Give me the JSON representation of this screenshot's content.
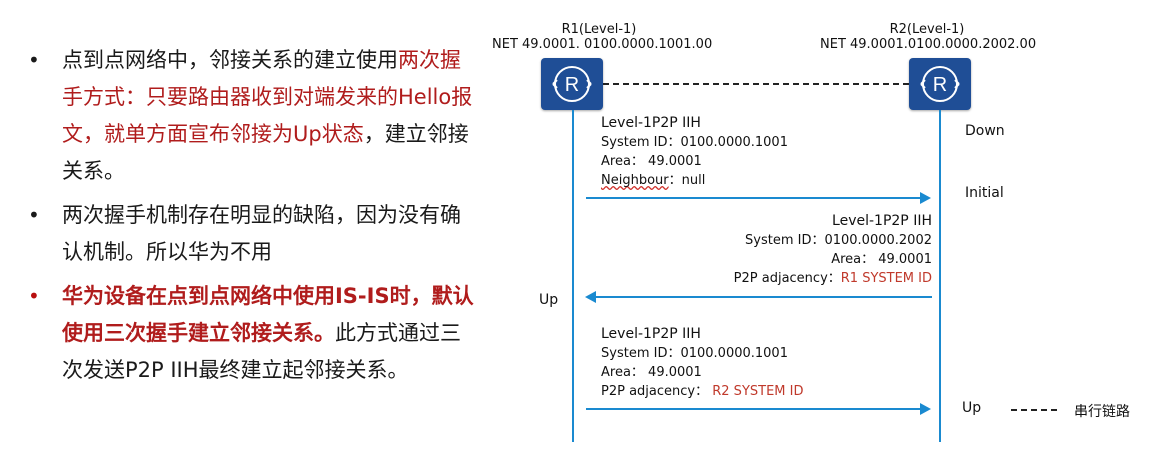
{
  "bullets": [
    {
      "style": "normal",
      "segments": [
        {
          "text": "点到点网络中，邻接关系的建立使用",
          "emph": "none"
        },
        {
          "text": "两次握手方式：只要路由器收到对端发来的Hello报文，就单方面宣布邻接为Up状态",
          "emph": "red"
        },
        {
          "text": "，建立邻接关系。",
          "emph": "none"
        }
      ]
    },
    {
      "style": "normal",
      "segments": [
        {
          "text": "两次握手机制存在明显的缺陷，因为没有确认机制。所以华为不用",
          "emph": "none"
        }
      ]
    },
    {
      "style": "red",
      "segments": [
        {
          "text": "华为设备在点到点网络中使用IS-IS时，默认使用三次握手建立邻接关系。",
          "emph": "red-bold"
        },
        {
          "text": "此方式通过三次发送P2P  IIH最终建立起邻接关系。",
          "emph": "none"
        }
      ]
    }
  ],
  "routers": {
    "r1": {
      "name": "R1(Level-1)",
      "net": "NET 49.0001. 0100.0000.1001.00",
      "glyph": "R"
    },
    "r2": {
      "name": "R2(Level-1)",
      "net": "NET 49.0001.0100.0000.2002.00",
      "glyph": "R"
    }
  },
  "messages": [
    {
      "title": "Level-1P2P IIH",
      "line1": "System ID：0100.0000.1001",
      "line2": "Area： 49.0001",
      "line3_label": "Neighbour",
      "line3_value": "：null"
    },
    {
      "title": "Level-1P2P IIH",
      "line1": "System ID：0100.0000.2002",
      "line2": "Area： 49.0001",
      "line3_label": "P2P adjacency：",
      "line3_value": "R1 SYSTEM ID"
    },
    {
      "title": "Level-1P2P IIH",
      "line1": "System ID：0100.0000.1001",
      "line2": "Area： 49.0001",
      "line3_label": "P2P adjacency：",
      "line3_value": "R2 SYSTEM ID"
    }
  ],
  "states": {
    "r2_down": "Down",
    "r2_initial": "Initial",
    "r1_up": "Up",
    "r2_up": "Up"
  },
  "legend": {
    "label": "串行链路"
  },
  "colors": {
    "highlight": "#b01c1c",
    "router": "#1f4e96",
    "line": "#1a8ad0",
    "adjacency_value": "#c0392b"
  }
}
